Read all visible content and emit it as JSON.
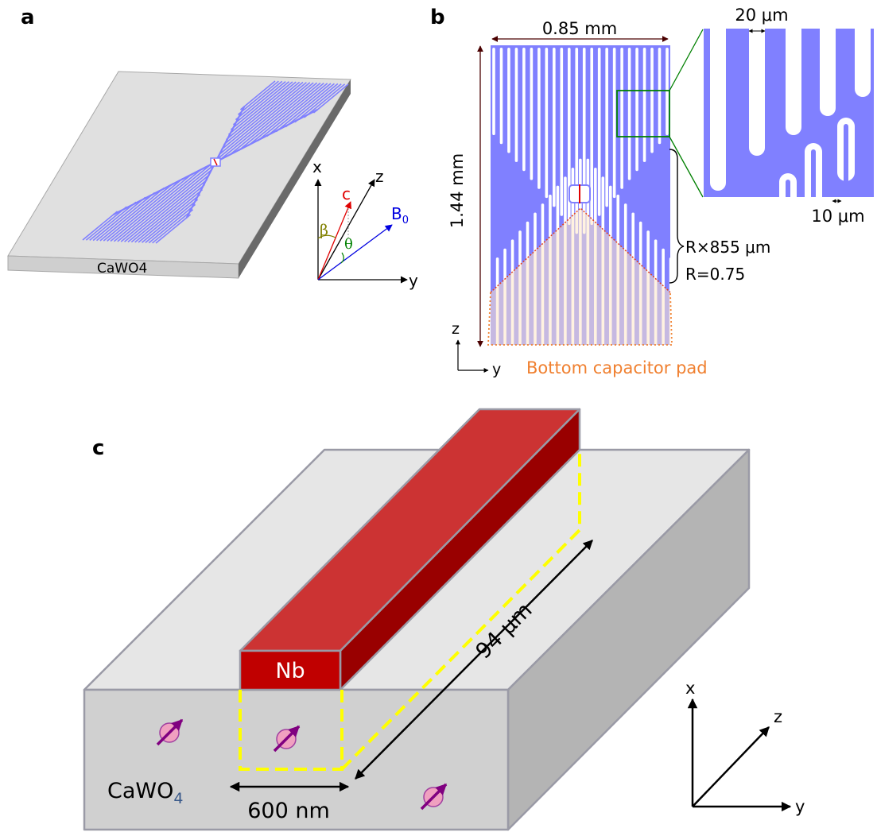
{
  "panels": {
    "a": {
      "label": "a",
      "substrate_label": "CaWO",
      "substrate_sub": "4",
      "axes": {
        "x": "x",
        "y": "y",
        "z": "z",
        "c": "c",
        "b0": "B",
        "b0_sub": "0",
        "beta": "β",
        "theta": "θ"
      }
    },
    "b": {
      "label": "b",
      "width_label": "0.85 mm",
      "height_label": "1.44 mm",
      "zoom_top_label": "20 μm",
      "zoom_bottom_label": "10 μm",
      "r_length_label": "R×855 μm",
      "r_value_label": "R=0.75",
      "pad_label": "Bottom capacitor pad",
      "axes": {
        "z": "z",
        "y": "y"
      }
    },
    "c": {
      "label": "c",
      "metal_label": "Nb",
      "substrate_label": "CaWO",
      "substrate_sub": "4",
      "width_label": "600 nm",
      "length_label": "94 μm",
      "axes": {
        "x": "x",
        "y": "y",
        "z": "z"
      }
    }
  },
  "colors": {
    "resonator": "#8080ff",
    "niobium_top": "#cc3333",
    "niobium_front": "#c00000",
    "niobium_side": "#990000",
    "highlight": "#ffff00",
    "pad_outline": "#f08030",
    "spin": "#800080",
    "c_axis": "#e00000",
    "b0": "#0000e0",
    "beta": "#808000",
    "theta": "#008000",
    "zoom_box": "#008000",
    "dimension": "#4a0000"
  }
}
